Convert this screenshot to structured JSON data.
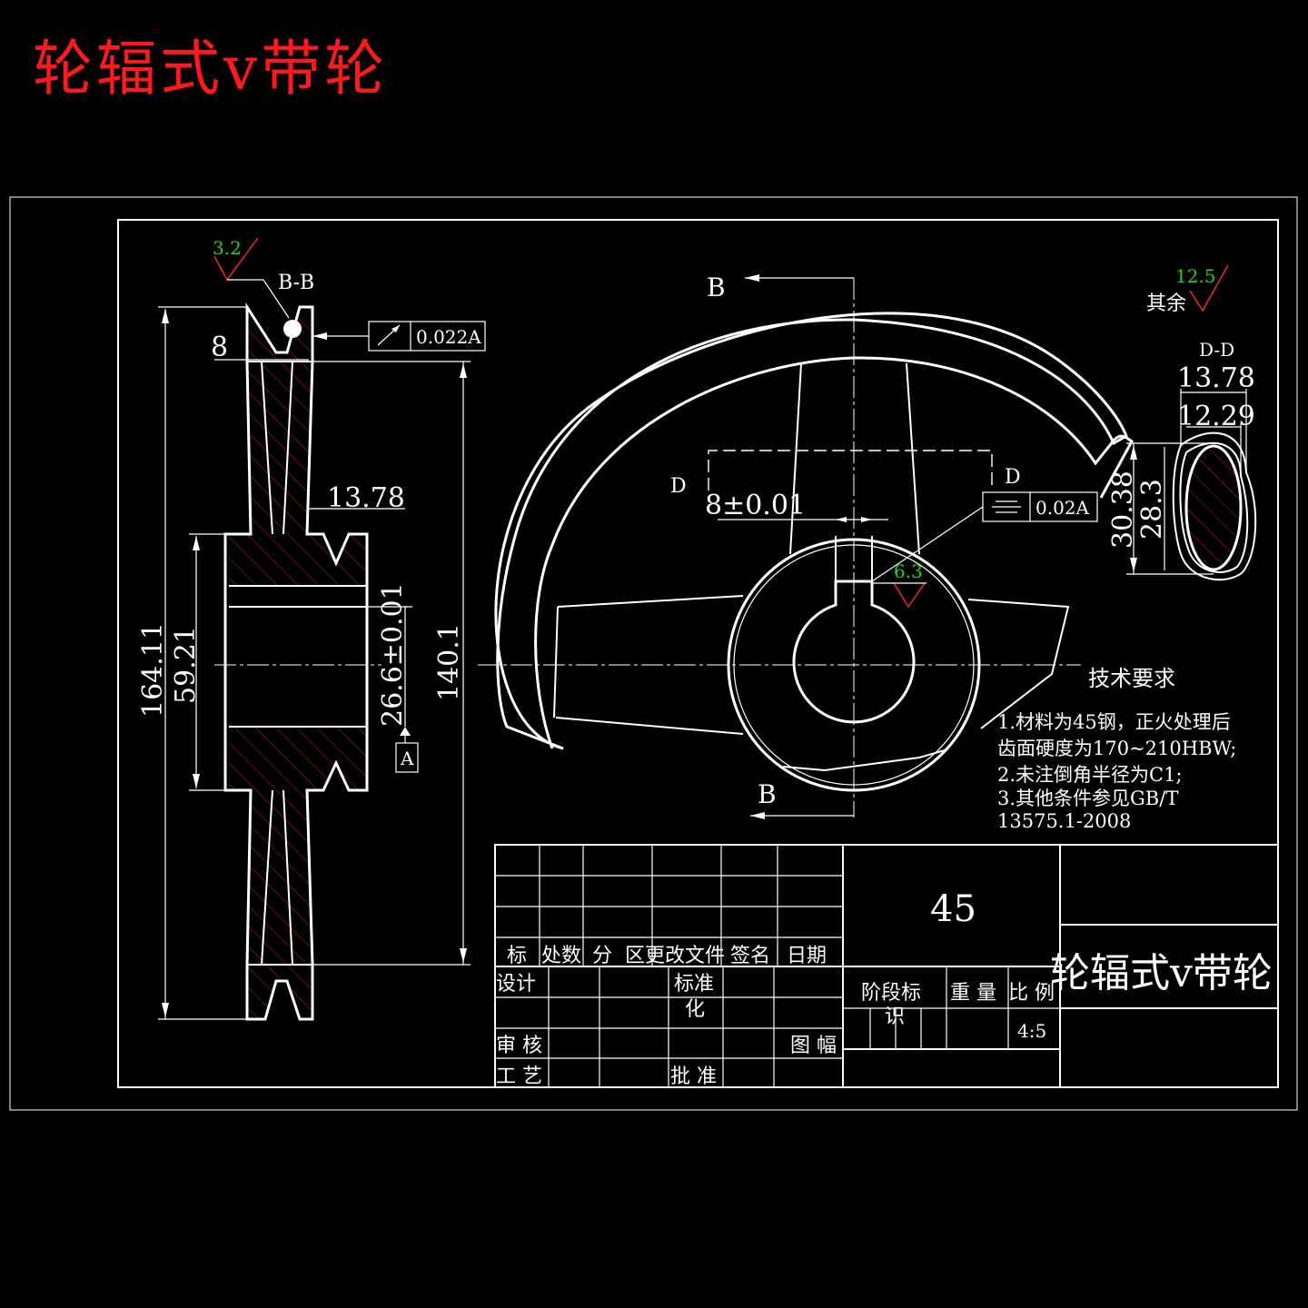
{
  "title": "轮辐式v带轮",
  "section_labels": {
    "bb": "B-B",
    "dd": "D-D",
    "b": "B",
    "d": "D",
    "datum": "A"
  },
  "roughness": {
    "r1": "3.2",
    "r2": "6.3",
    "r3": "12.5",
    "rest_label": "其余"
  },
  "tolerances": {
    "runout_value": "0.022A",
    "symmetry_value": "0.02A"
  },
  "dimensions": {
    "d_8": "8",
    "d_13_78_left": "13.78",
    "d_164_11": "164.11",
    "d_59_21": "59.21",
    "d_26_6": "26.6±0.01",
    "d_140_1": "140.1",
    "d_8_key": "8±0.01",
    "dd_13_78": "13.78",
    "dd_12_29": "12.29",
    "dd_30_38": "30.38",
    "dd_28_3": "28.3"
  },
  "requirements": {
    "heading": "技术要求",
    "lines": [
      "1.材料为45钢，正火处理后",
      "齿面硬度为170~210HBW;",
      "2.未注倒角半径为C1;",
      "3.其他条件参见GB/T",
      "13575.1-2008"
    ]
  },
  "title_block": {
    "material": "45",
    "part_name": "轮辐式v带轮",
    "rev_headers": [
      "标",
      "处数",
      "分",
      "区",
      "更改文件",
      "签名",
      "日期"
    ],
    "design": "设计",
    "standardize_1": "标准",
    "standardize_2": "化",
    "review": "审 核",
    "process": "工 艺",
    "approve": "批 准",
    "sheet": "图 幅",
    "stage_1": "阶段标",
    "stage_2": "识",
    "weight": "重 量",
    "scale_label": "比 例",
    "scale": "4:5"
  }
}
